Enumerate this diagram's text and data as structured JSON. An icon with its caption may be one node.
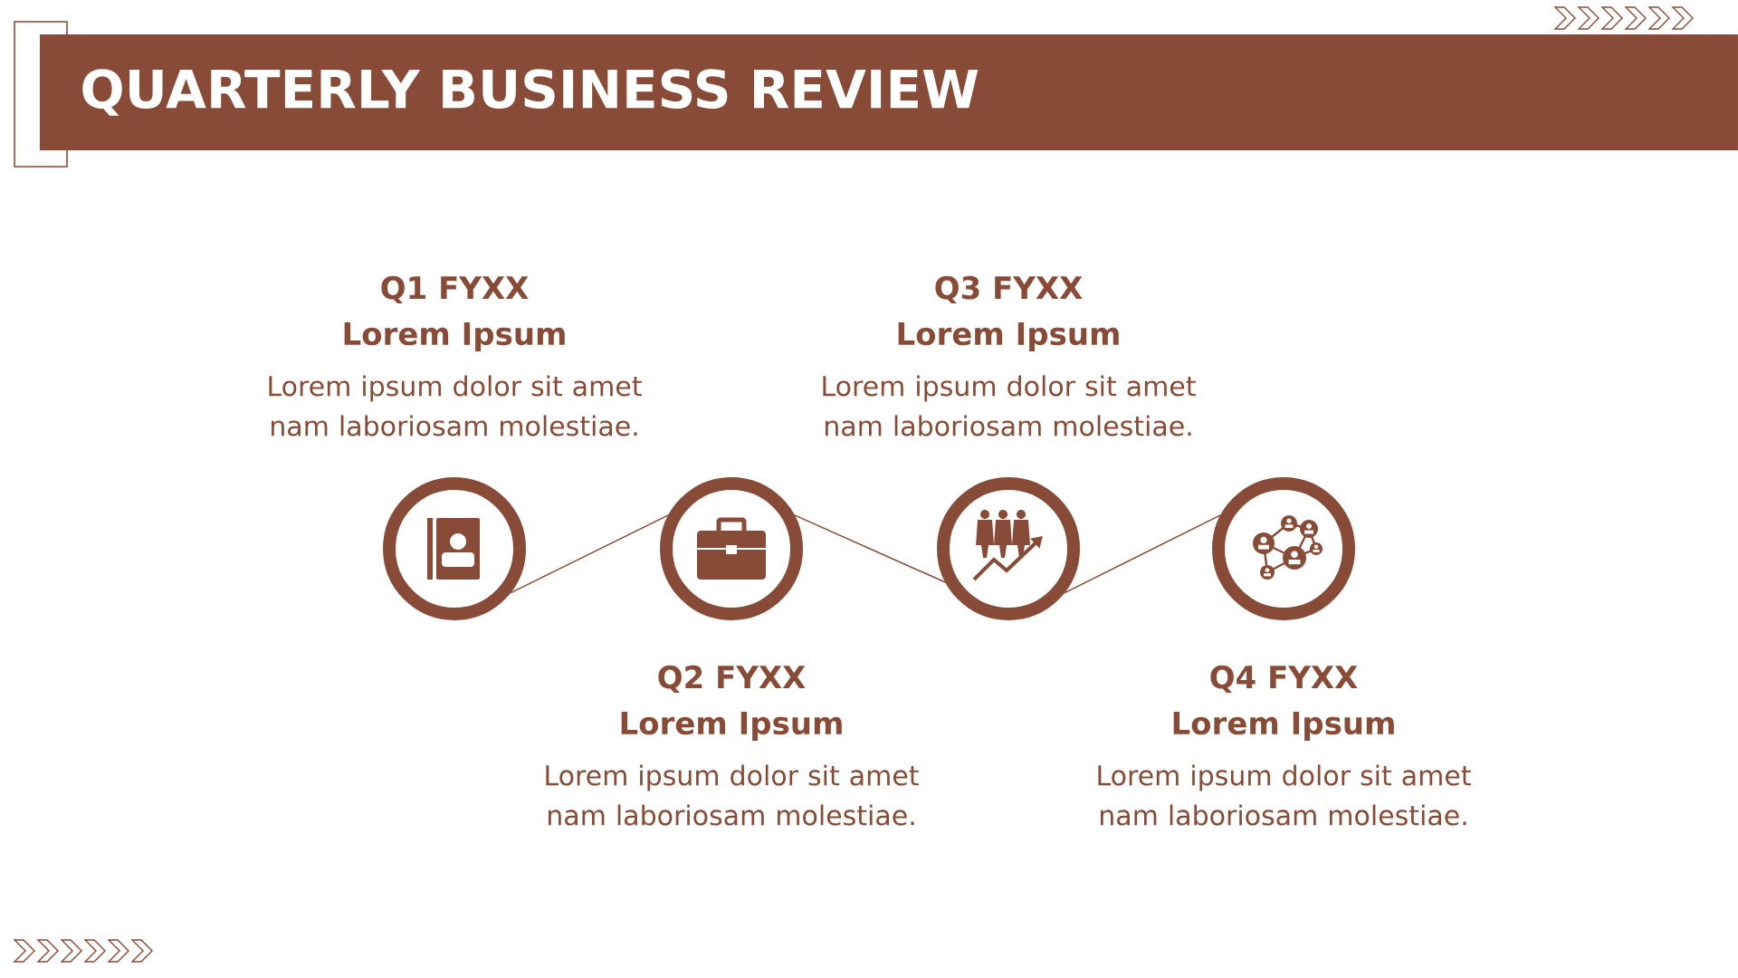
{
  "diagram": {
    "title": "QUARTERLY BUSINESS REVIEW",
    "nodes": [
      {
        "text": [],
        "shape": "circle",
        "beside": [
          "Q1 FYXX",
          "Lorem Ipsum",
          "Lorem ipsum dolor sit amet nam laboriosam molestiae."
        ]
      },
      {
        "text": [],
        "shape": "circle",
        "beside": [
          "Q2 FYXX",
          "Lorem Ipsum",
          "Lorem ipsum dolor sit amet nam laboriosam molestiae."
        ]
      },
      {
        "text": [],
        "shape": "circle",
        "beside": [
          "Q3 FYXX",
          "Lorem Ipsum",
          "Lorem ipsum dolor sit amet nam laboriosam molestiae."
        ]
      },
      {
        "text": [],
        "shape": "circle",
        "beside": [
          "Q4 FYXX",
          "Lorem Ipsum",
          "Lorem ipsum dolor sit amet nam laboriosam molestiae."
        ]
      }
    ],
    "edges": [
      {
        "from": 0,
        "to": 1,
        "arrow": "none"
      },
      {
        "from": 1,
        "to": 2,
        "arrow": "none"
      },
      {
        "from": 2,
        "to": 3,
        "arrow": "none"
      }
    ]
  }
}
